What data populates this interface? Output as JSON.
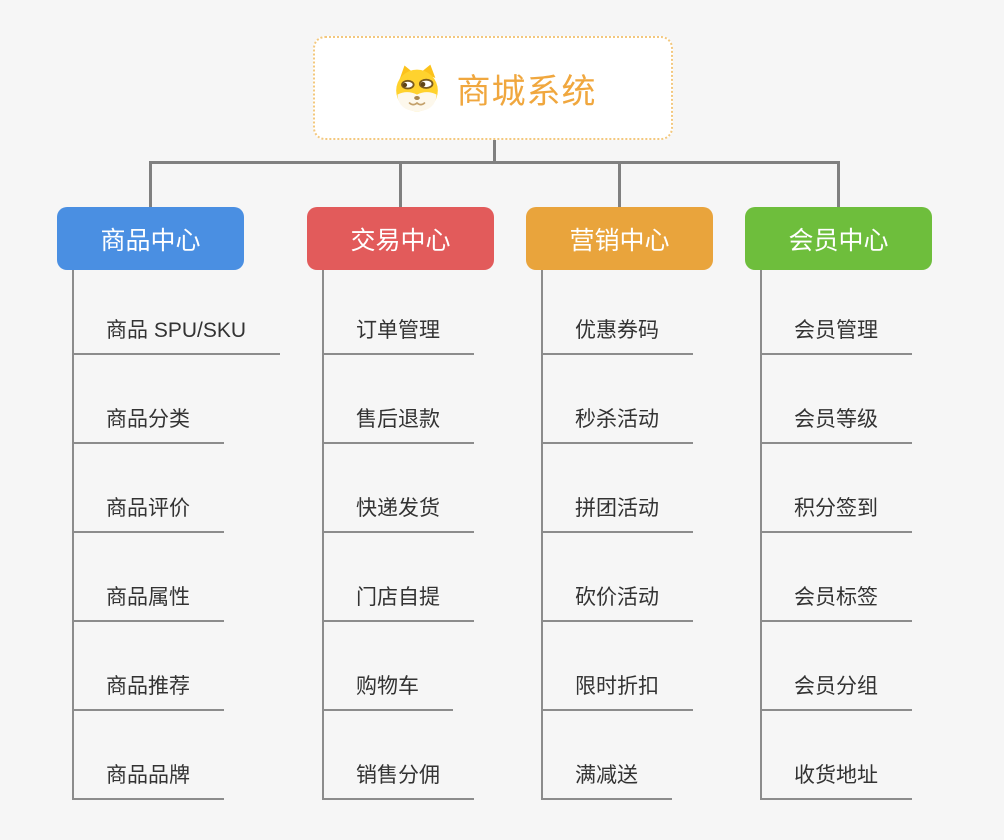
{
  "root": {
    "title": "商城系统",
    "icon": "doge-icon",
    "accent_color": "#f0a73e"
  },
  "branches": [
    {
      "id": "product-center",
      "label": "商品中心",
      "color": "#4a8fe2",
      "children": [
        "商品 SPU/SKU",
        "商品分类",
        "商品评价",
        "商品属性",
        "商品推荐",
        "商品品牌"
      ]
    },
    {
      "id": "trade-center",
      "label": "交易中心",
      "color": "#e25b5b",
      "children": [
        "订单管理",
        "售后退款",
        "快递发货",
        "门店自提",
        "购物车",
        "销售分佣"
      ]
    },
    {
      "id": "marketing-center",
      "label": "营销中心",
      "color": "#e9a43c",
      "children": [
        "优惠券码",
        "秒杀活动",
        "拼团活动",
        "砍价活动",
        "限时折扣",
        "满减送"
      ]
    },
    {
      "id": "member-center",
      "label": "会员中心",
      "color": "#6ebe3c",
      "children": [
        "会员管理",
        "会员等级",
        "积分签到",
        "会员标签",
        "会员分组",
        "收货地址"
      ]
    }
  ],
  "colors": {
    "canvas_background": "#f6f6f6",
    "connector": "#808080",
    "leaf_line": "#8c8c8c",
    "leaf_text": "#333333",
    "branch_text": "#ffffff",
    "root_border": "#f3c87e",
    "root_background": "#ffffff",
    "doge_yellow": "#ffd22e"
  }
}
